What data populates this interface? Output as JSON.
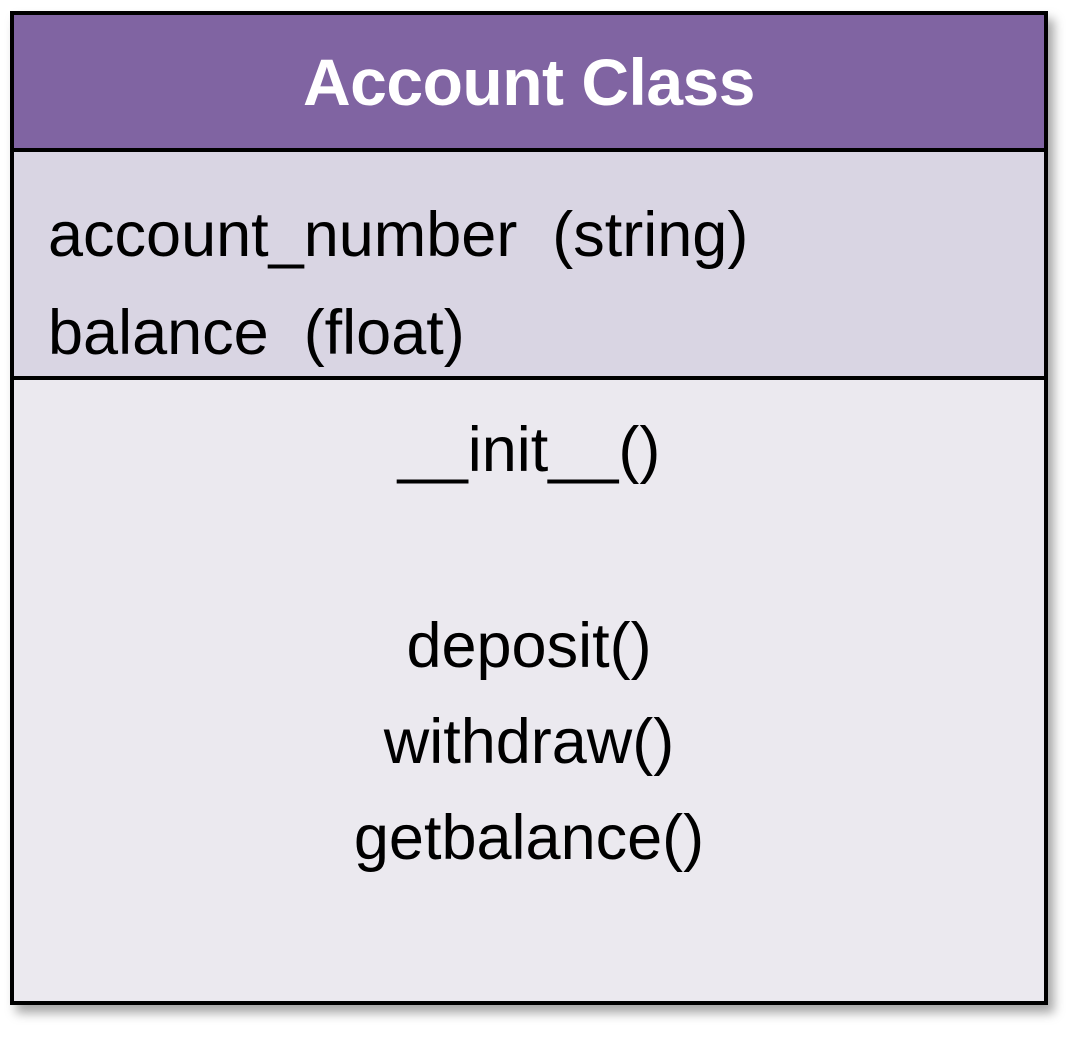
{
  "class_box": {
    "title": "Account Class",
    "attributes": [
      "account_number  (string)",
      "balance  (float)"
    ],
    "methods": [
      "__init__()",
      "deposit()",
      "withdraw()",
      "getbalance()"
    ]
  },
  "colors": {
    "header": "#8064a2",
    "attributes_bg": "#d9d5e3",
    "methods_bg": "#ebe9ef",
    "title_text": "#ffffff",
    "border": "#000000"
  }
}
